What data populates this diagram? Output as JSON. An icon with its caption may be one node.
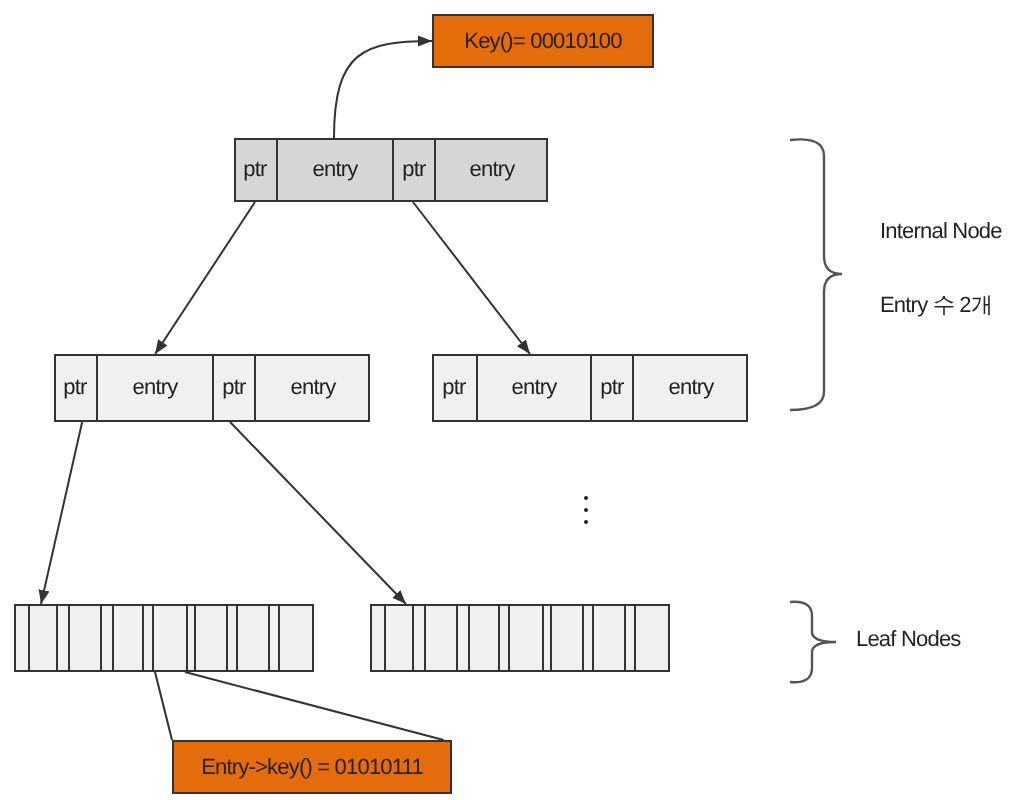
{
  "diagram": {
    "nodes": [
      {
        "text": [
          "Key()= 00010100"
        ]
      },
      {
        "text": [],
        "shape": "box"
      },
      {
        "text": [
          "ptr"
        ],
        "in": 1
      },
      {
        "text": [
          "entry"
        ],
        "in": 1
      },
      {
        "text": [
          "ptr"
        ],
        "in": 1
      },
      {
        "text": [
          "entry"
        ],
        "in": 1
      },
      {
        "text": [],
        "shape": "box"
      },
      {
        "text": [
          "ptr"
        ],
        "in": 6
      },
      {
        "text": [
          "entry"
        ],
        "in": 6
      },
      {
        "text": [
          "ptr"
        ],
        "in": 6
      },
      {
        "text": [
          "entry"
        ],
        "in": 6
      },
      {
        "text": [],
        "shape": "box"
      },
      {
        "text": [
          "ptr"
        ],
        "in": 11
      },
      {
        "text": [
          "entry"
        ],
        "in": 11
      },
      {
        "text": [
          "ptr"
        ],
        "in": 11
      },
      {
        "text": [
          "entry"
        ],
        "in": 11
      },
      {
        "text": [],
        "shape": "box"
      },
      {
        "text": [],
        "shape": "box"
      },
      {
        "text": [
          "Entry->key() = 01010111"
        ]
      }
    ],
    "edges": [
      {
        "from": 3,
        "to": 0,
        "arrow": "to"
      },
      {
        "from": 2,
        "to": 6,
        "arrow": "to"
      },
      {
        "from": 4,
        "to": 11,
        "arrow": "to"
      },
      {
        "from": 7,
        "to": 16,
        "arrow": "to"
      },
      {
        "from": 9,
        "to": 17,
        "arrow": "to"
      },
      {
        "from": 16,
        "to": 18,
        "arrow": "none"
      },
      {
        "from": 16,
        "to": 18,
        "arrow": "none"
      }
    ],
    "labels": [
      "Internal Node",
      "Entry 수 2개",
      "Leaf Nodes"
    ]
  }
}
